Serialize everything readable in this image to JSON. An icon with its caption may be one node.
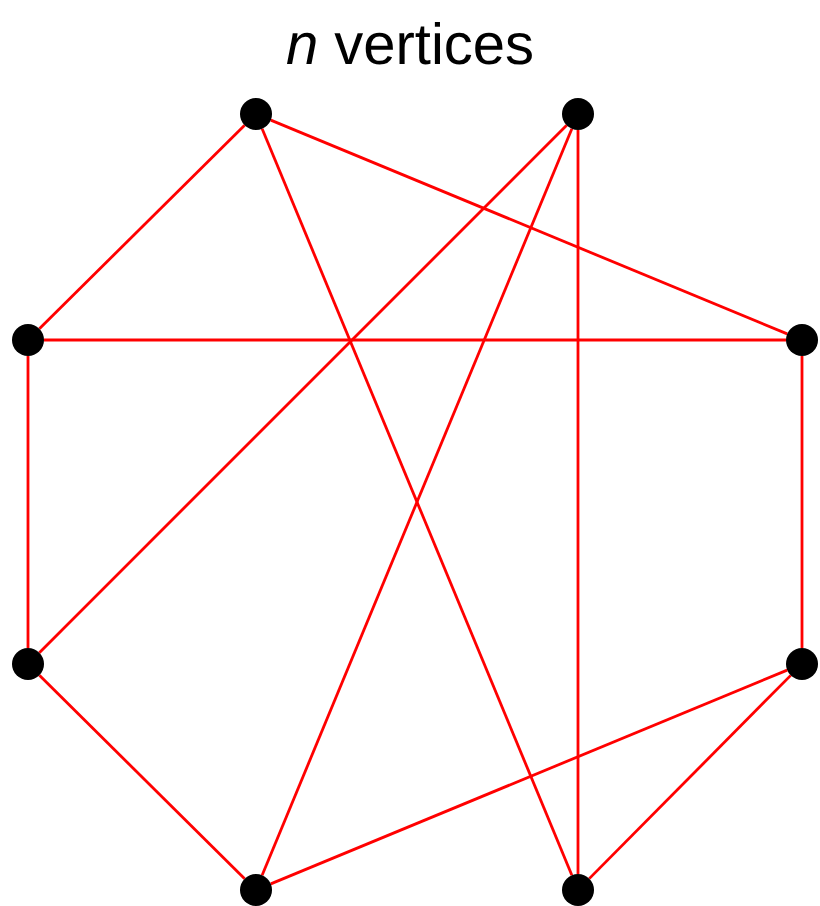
{
  "diagram": {
    "title": "*n* vertices",
    "nodes": [
      {
        "text": [],
        "shape": "circle"
      },
      {
        "text": [],
        "shape": "circle"
      },
      {
        "text": [],
        "shape": "circle"
      },
      {
        "text": [],
        "shape": "circle"
      },
      {
        "text": [],
        "shape": "circle"
      },
      {
        "text": [],
        "shape": "circle"
      },
      {
        "text": [],
        "shape": "circle"
      },
      {
        "text": [],
        "shape": "circle"
      }
    ],
    "edges": [
      {
        "from": 0,
        "to": 2,
        "arrow": "none"
      },
      {
        "from": 0,
        "to": 3,
        "arrow": "none"
      },
      {
        "from": 0,
        "to": 7,
        "arrow": "none"
      },
      {
        "from": 1,
        "to": 4,
        "arrow": "none"
      },
      {
        "from": 1,
        "to": 6,
        "arrow": "none"
      },
      {
        "from": 1,
        "to": 7,
        "arrow": "none"
      },
      {
        "from": 2,
        "to": 3,
        "arrow": "none"
      },
      {
        "from": 2,
        "to": 4,
        "arrow": "none"
      },
      {
        "from": 3,
        "to": 5,
        "arrow": "none"
      },
      {
        "from": 4,
        "to": 6,
        "arrow": "none"
      },
      {
        "from": 6,
        "to": 5,
        "arrow": "none"
      },
      {
        "from": 5,
        "to": 7,
        "arrow": "none"
      }
    ]
  }
}
